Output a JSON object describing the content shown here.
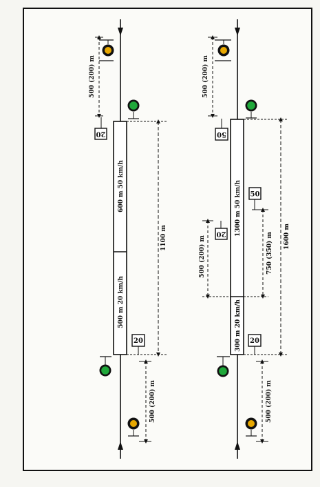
{
  "left_diagram": {
    "sign_top": "20",
    "sign_bottom": "20",
    "dist_top": "500 (200) m",
    "dist_bottom": "500 (200) m",
    "seg_upper": "600 m 50 km/h",
    "seg_lower": "500 m 20 km/h",
    "total": "1100 m"
  },
  "right_diagram": {
    "sign_top": "50",
    "sign_mid_left": "20",
    "sign_mid_right": "50",
    "sign_bottom": "20",
    "dist_top": "500 (200) m",
    "dist_mid": "500 (200) m",
    "dist_bottom": "500 (200) m",
    "seg_upper": "1300 m 50 km/h",
    "seg_lower": "300 m 20 km/h",
    "dist_right": "750 (350) m",
    "total": "1600 m"
  },
  "colors": {
    "signal_green": "#1fa83a",
    "signal_yellow": "#e8a800",
    "line": "#111111",
    "paper": "#fbfbf8"
  }
}
